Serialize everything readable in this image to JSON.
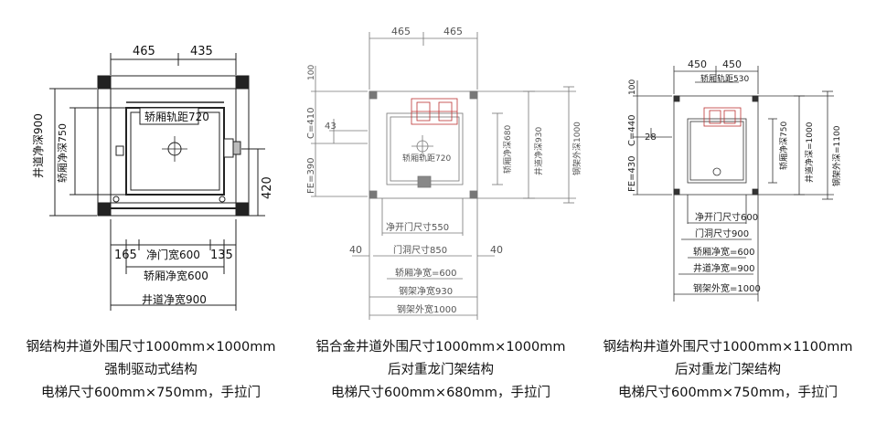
{
  "figures": [
    {
      "dims": {
        "top_left": "465",
        "top_right": "435",
        "shaft_depth": "井道净深900",
        "car_depth": "轿厢净深750",
        "car_rail": "轿厢轨距720",
        "side": "420",
        "b_left": "165",
        "b_door": "净门宽600",
        "b_right": "135",
        "car_width": "轿厢净宽600",
        "shaft_width": "井道净宽900"
      },
      "caption": [
        "钢结构井道外围尺寸1000mm×1000mm",
        "强制驱动式结构",
        "电梯尺寸600mm×750mm，手拉门"
      ]
    },
    {
      "dims": {
        "top_left": "465",
        "top_right": "465",
        "h100": "100",
        "c": "C=410",
        "fe": "FE=390",
        "d43": "43",
        "rail": "轿厢轨距720",
        "car_depth": "轿厢净深680",
        "shaft_depth": "井道净深930",
        "frame_depth": "钢架外深1000",
        "left40": "40",
        "right40": "40",
        "door_clear": "净开门尺寸550",
        "door_hole": "门洞尺寸850",
        "car_width": "轿厢净宽=600",
        "shaft_width": "钢架净宽930",
        "frame_width": "钢架外宽1000"
      },
      "caption": [
        "铝合金井道外围尺寸1000mm×1000mm",
        "后对重龙门架结构",
        "电梯尺寸600mm×680mm，手拉门"
      ]
    },
    {
      "dims": {
        "top_left": "450",
        "top_right": "450",
        "rail": "轿厢轨距530",
        "h100": "100",
        "c": "C=440",
        "fe": "FE=430",
        "d28": "28",
        "car_depth": "轿厢净深750",
        "shaft_depth": "井道净深=1000",
        "frame_depth": "钢架外深=1100",
        "door_clear": "净开门尺寸600",
        "door_hole": "门洞尺寸900",
        "car_width": "轿厢净宽=600",
        "shaft_width": "井道净宽=900",
        "frame_width": "钢架外宽=1000"
      },
      "caption": [
        "钢结构井道外围尺寸1000mm×1100mm",
        "后对重龙门架结构",
        "电梯尺寸600mm×750mm，手拉门"
      ]
    }
  ]
}
